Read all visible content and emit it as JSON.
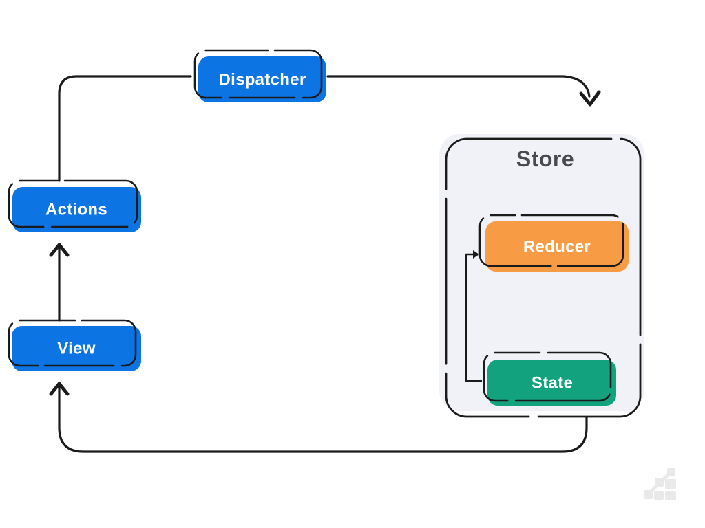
{
  "meta": {
    "description": "Redux data flow diagram",
    "background": "#FFFFFF"
  },
  "colors": {
    "node_blue": "#0D74E3",
    "node_orange": "#F89B45",
    "node_green": "#12A37E",
    "store_bg": "#F1F2F8",
    "stroke": "#1B1B1B",
    "store_title_color": "#4A4A4D",
    "node_label_color": "#FFFFFF",
    "watermark_gray": "#E9E9E9"
  },
  "nodes": {
    "dispatcher": {
      "label": "Dispatcher"
    },
    "actions": {
      "label": "Actions"
    },
    "view": {
      "label": "View"
    },
    "reducer": {
      "label": "Reducer"
    },
    "state": {
      "label": "State"
    }
  },
  "store": {
    "title": "Store"
  },
  "icons": {
    "watermark": "stairs-chart-logo-icon"
  }
}
